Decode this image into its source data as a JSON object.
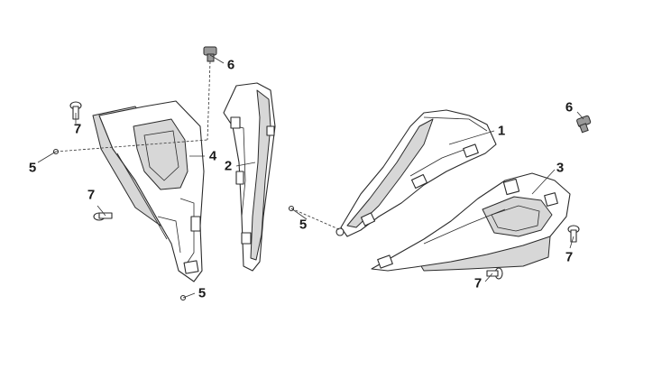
{
  "callouts": {
    "c1": "1",
    "c2": "2",
    "c3": "3",
    "c4": "4",
    "c5a": "5",
    "c5b": "5",
    "c5c": "5",
    "c6a": "6",
    "c6b": "6",
    "c7a": "7",
    "c7b": "7",
    "c7c": "7",
    "c7d": "7"
  },
  "colors": {
    "line": "#2b2b2b",
    "fill": "#ffffff",
    "shade": "#d7d7d7",
    "fastener": "#1a1a1a"
  }
}
